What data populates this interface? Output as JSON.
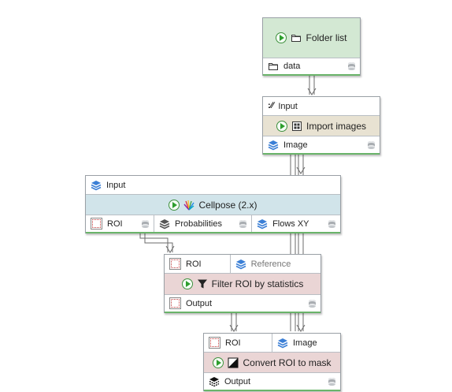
{
  "colors": {
    "folder_header": "#d3e8d3",
    "import_header": "#e8e2d2",
    "cellpose_header": "#d1e4ea",
    "filter_header": "#ead5d5",
    "convert_header": "#ead5d5",
    "output_underline": "#6ab46a"
  },
  "nodes": {
    "folder_list": {
      "title": "Folder list",
      "icon": "folder-icon",
      "outputs": [
        {
          "label": "data",
          "icon": "folder-icon"
        }
      ]
    },
    "import_images": {
      "title": "Import images",
      "icon": "grid-icon",
      "inputs": [
        {
          "label": "Input",
          "icon": "url-icon"
        }
      ],
      "outputs": [
        {
          "label": "Image",
          "icon": "layers-icon"
        }
      ]
    },
    "cellpose": {
      "title": "Cellpose (2.x)",
      "icon": "cellpose-icon",
      "inputs": [
        {
          "label": "Input",
          "icon": "layers-icon"
        }
      ],
      "outputs": [
        {
          "label": "ROI",
          "icon": "roi-icon"
        },
        {
          "label": "Probabilities",
          "icon": "layers-gray-icon"
        },
        {
          "label": "Flows XY",
          "icon": "layers-icon"
        }
      ]
    },
    "filter_roi": {
      "title": "Filter ROI by statistics",
      "icon": "funnel-icon",
      "inputs": [
        {
          "label": "ROI",
          "icon": "roi-icon"
        },
        {
          "label": "Reference",
          "icon": "layers-icon"
        }
      ],
      "outputs": [
        {
          "label": "Output",
          "icon": "roi-icon"
        }
      ]
    },
    "convert_roi": {
      "title": "Convert ROI to mask",
      "icon": "mask-icon",
      "inputs": [
        {
          "label": "ROI",
          "icon": "roi-icon"
        },
        {
          "label": "Image",
          "icon": "layers-icon"
        }
      ],
      "outputs": [
        {
          "label": "Output",
          "icon": "mask-layers-icon"
        }
      ]
    }
  }
}
